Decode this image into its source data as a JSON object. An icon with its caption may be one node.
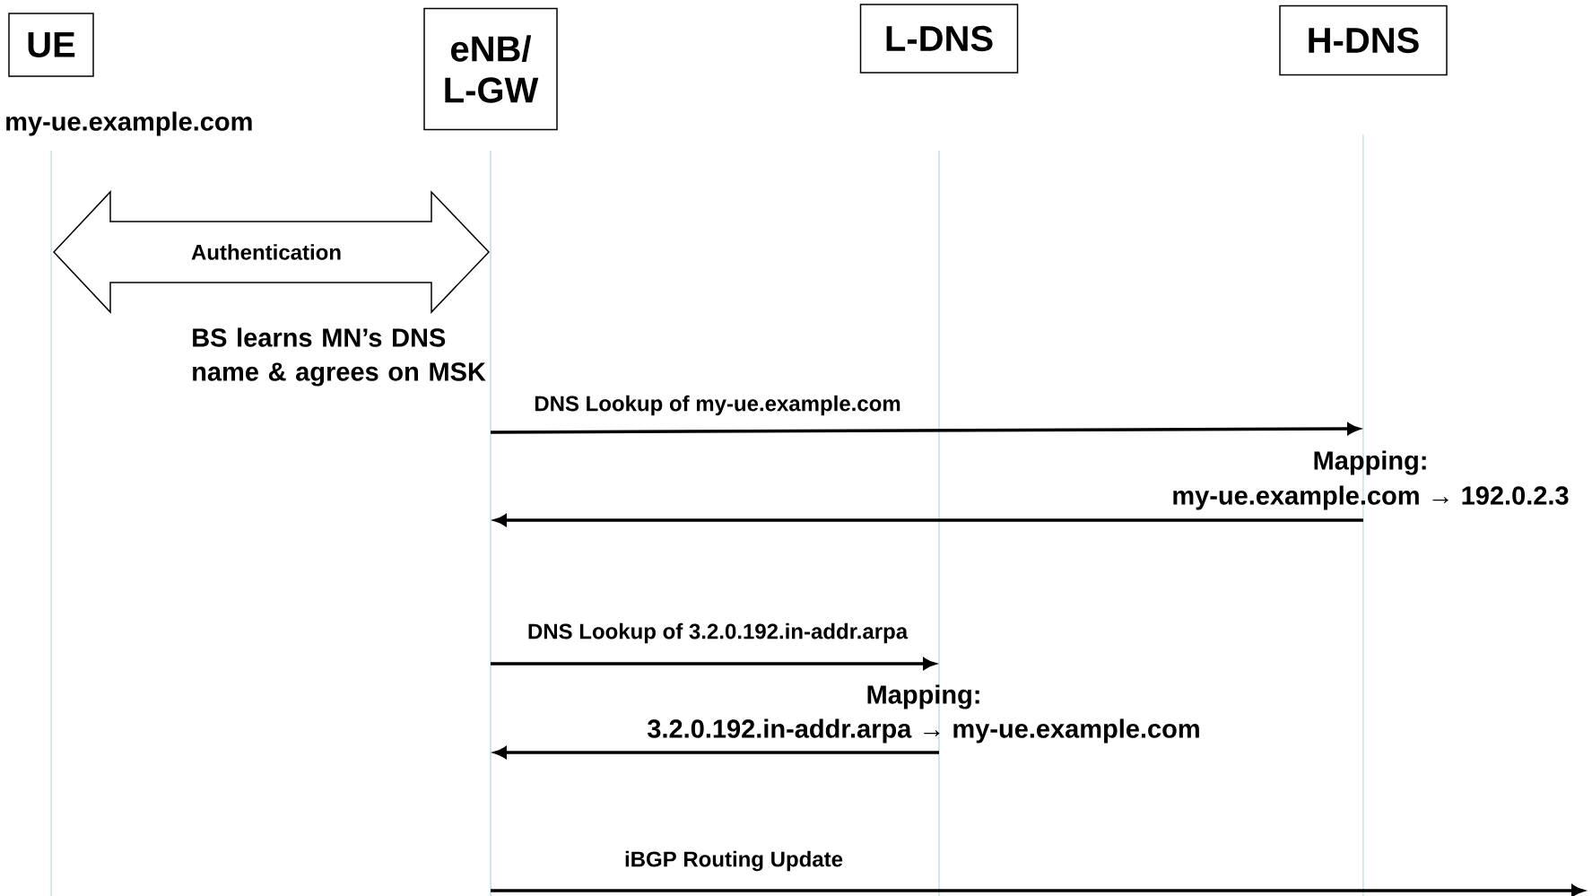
{
  "diagram": {
    "nodes": [
      {
        "text": [
          "UE"
        ]
      },
      {
        "text": [
          "eNB/ L-GW"
        ]
      },
      {
        "text": [
          "L-DNS"
        ]
      },
      {
        "text": [
          "H-DNS"
        ]
      },
      {
        "text": [],
        "shape": "line"
      },
      {
        "text": [],
        "shape": "line"
      },
      {
        "text": [],
        "shape": "line"
      },
      {
        "text": [],
        "shape": "line"
      }
    ],
    "edges": [
      {
        "from": 4,
        "to": 5,
        "arrow": "both",
        "label": "Authentication"
      },
      {
        "from": 5,
        "to": 7,
        "arrow": "to",
        "label": "DNS Lookup of my-ue.example.com"
      },
      {
        "from": 7,
        "to": 5,
        "arrow": "to"
      },
      {
        "from": 5,
        "to": 6,
        "arrow": "to",
        "label": "DNS Lookup of 3.2.0.192.in-addr.arpa"
      },
      {
        "from": 6,
        "to": 5,
        "arrow": "to"
      },
      {
        "from": 5,
        "to": null,
        "arrow": "to",
        "label": "iBGP Routing Update"
      }
    ],
    "labels": [
      "my-ue.example.com",
      "BS learns MN’s DNS name & agrees on MSK",
      "Mapping:",
      "my-ue.example.com → 192.0.2.3",
      "Mapping:",
      "3.2.0.192.in-addr.arpa → my-ue.example.com"
    ]
  }
}
